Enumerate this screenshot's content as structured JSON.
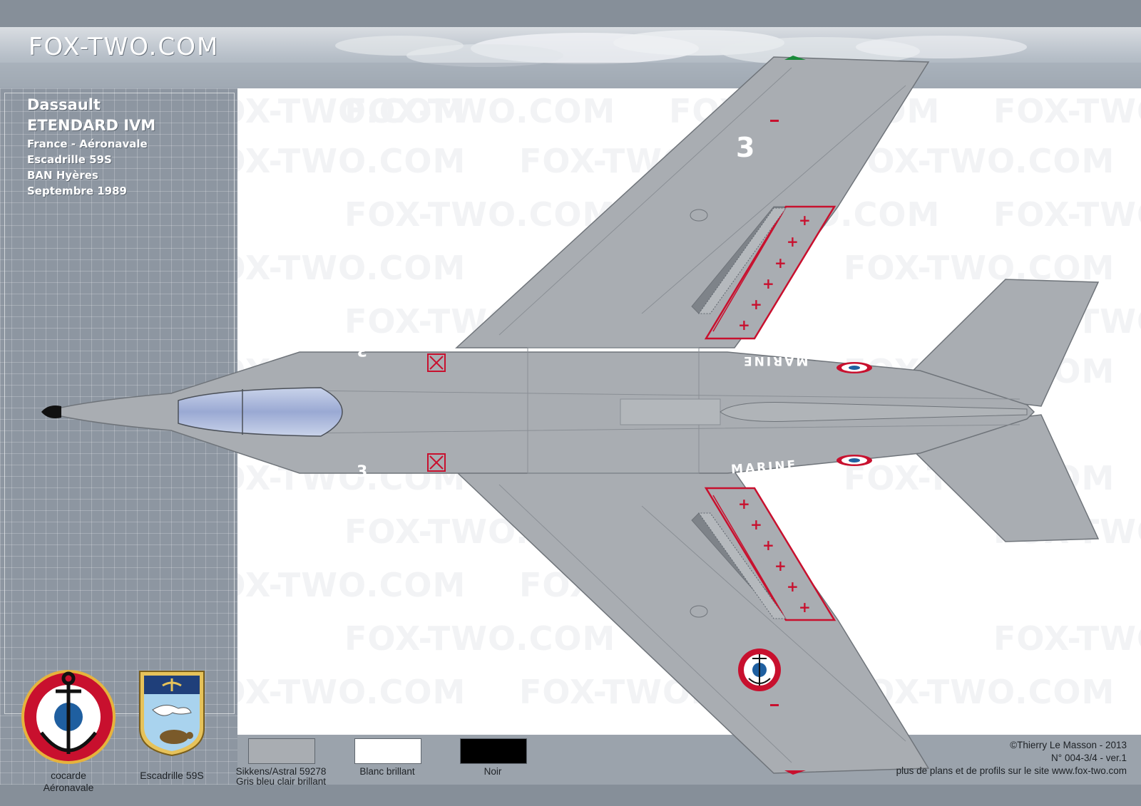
{
  "site_logo": "FOX-TWO.COM",
  "aircraft": {
    "manufacturer": "Dassault",
    "model": "ETENDARD IVM",
    "operator": "France - Aéronavale",
    "unit": "Escadrille 59S",
    "base": "BAN Hyères",
    "date": "Septembre 1989"
  },
  "markings": {
    "marine_text": "MARINE",
    "wing_number": "3",
    "fuselage_number": "3"
  },
  "watermark_text": "FOX-TWO.COM",
  "emblems": {
    "cocarde_label_line1": "cocarde",
    "cocarde_label_line2": "Aéronavale",
    "squadron_label": "Escadrille 59S"
  },
  "colors": {
    "swatches": [
      {
        "line1": "Sikkens/Astral 59278",
        "line2": "Gris bleu clair brillant",
        "hex": "#a9adb2"
      },
      {
        "line1": "Blanc brillant",
        "line2": "",
        "hex": "#ffffff"
      },
      {
        "line1": "Noir",
        "line2": "",
        "hex": "#000000"
      }
    ],
    "accent_red": "#c8102e",
    "roundel_blue": "#1f5fa0"
  },
  "credits": {
    "copyright": "©Thierry Le Masson - 2013",
    "sheet_number": "N° 004-3/4   -   ver.1",
    "footer": "plus de plans et de profils sur le site www.fox-two.com"
  }
}
